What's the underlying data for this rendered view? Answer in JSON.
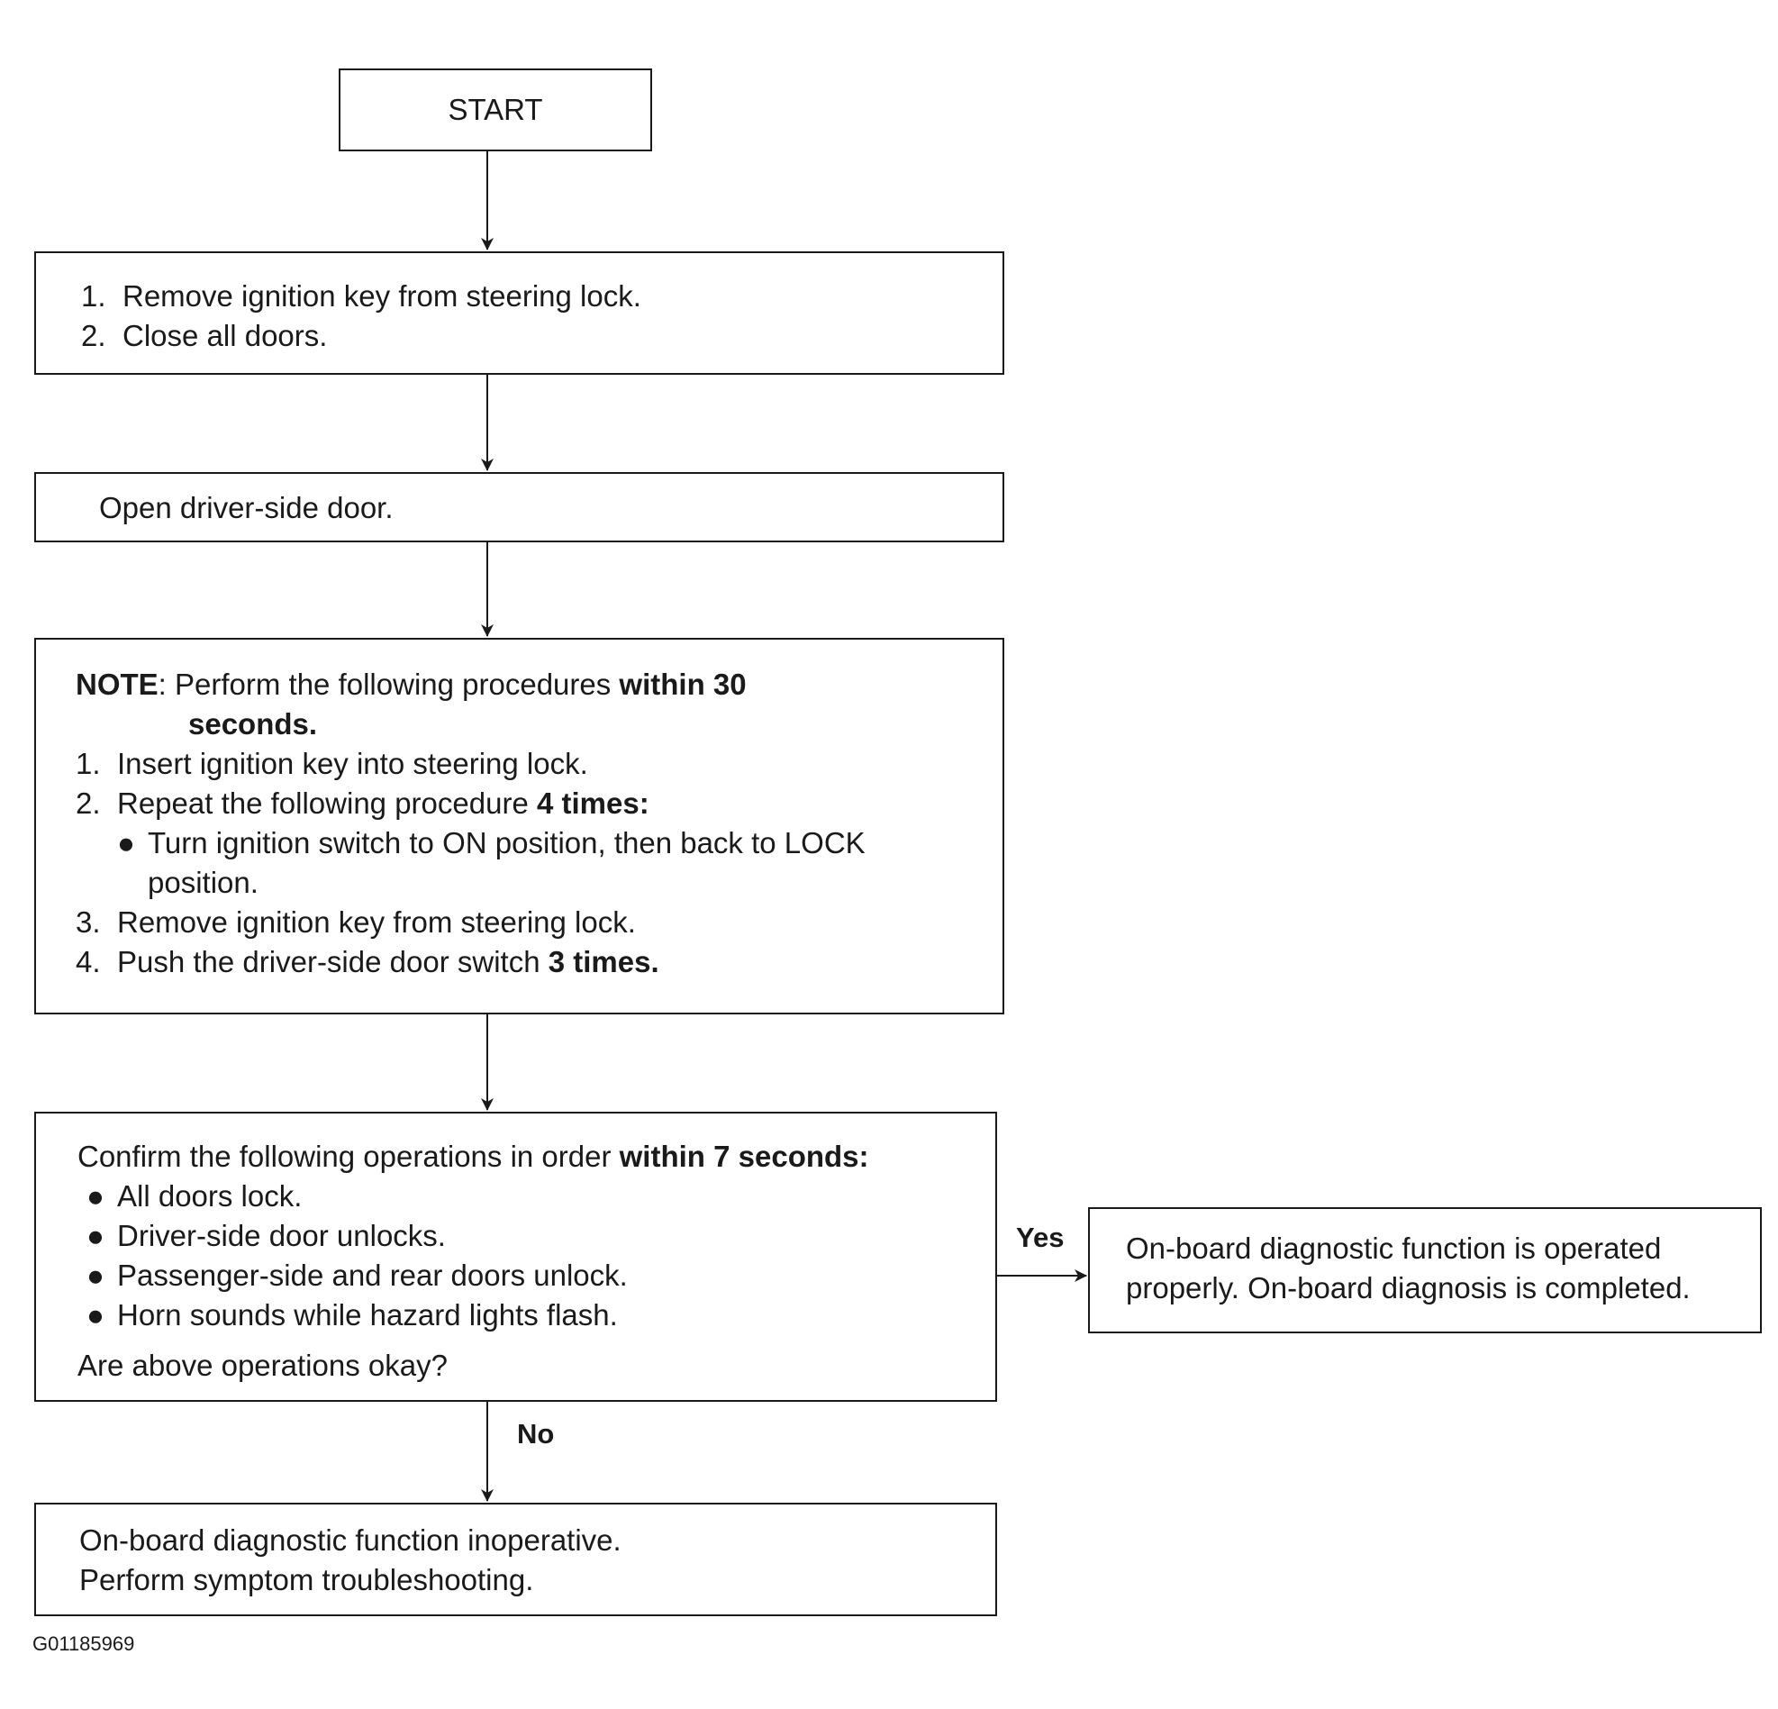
{
  "start": {
    "label": "START"
  },
  "step1": {
    "items": [
      {
        "num": "1.",
        "text": "Remove ignition key from steering lock."
      },
      {
        "num": "2.",
        "text": "Close all doors."
      }
    ]
  },
  "step2": {
    "text": "Open driver-side door."
  },
  "step3": {
    "note_label": "NOTE",
    "note_text": ": Perform the following procedures ",
    "note_bold_1": "within 30",
    "note_bold_2": "seconds.",
    "items": [
      {
        "num": "1.",
        "text": "Insert ignition key into steering lock."
      },
      {
        "num": "2.",
        "text": "Repeat the following procedure ",
        "bold": "4 times:"
      },
      {
        "num": "3.",
        "text": "Remove ignition key from steering lock."
      },
      {
        "num": "4.",
        "text": "Push the driver-side door switch ",
        "bold": "3 times."
      }
    ],
    "bullet_line_1": "Turn  ignition switch to ON position, then back to LOCK",
    "bullet_line_2": "position."
  },
  "step4": {
    "intro": "Confirm the following operations in order ",
    "intro_bold": "within 7 seconds:",
    "bullets": [
      "All doors lock.",
      "Driver-side door unlocks.",
      "Passenger-side and rear doors unlock.",
      "Horn sounds while hazard lights flash."
    ],
    "question": "Are above operations okay?"
  },
  "yes_label": "Yes",
  "no_label": "No",
  "result_yes": {
    "line1": "On-board diagnostic function is operated",
    "line2": "properly. On-board diagnosis is completed."
  },
  "result_no": {
    "line1": "On-board diagnostic function inoperative.",
    "line2": "Perform symptom troubleshooting."
  },
  "figure_code": "G01185969"
}
